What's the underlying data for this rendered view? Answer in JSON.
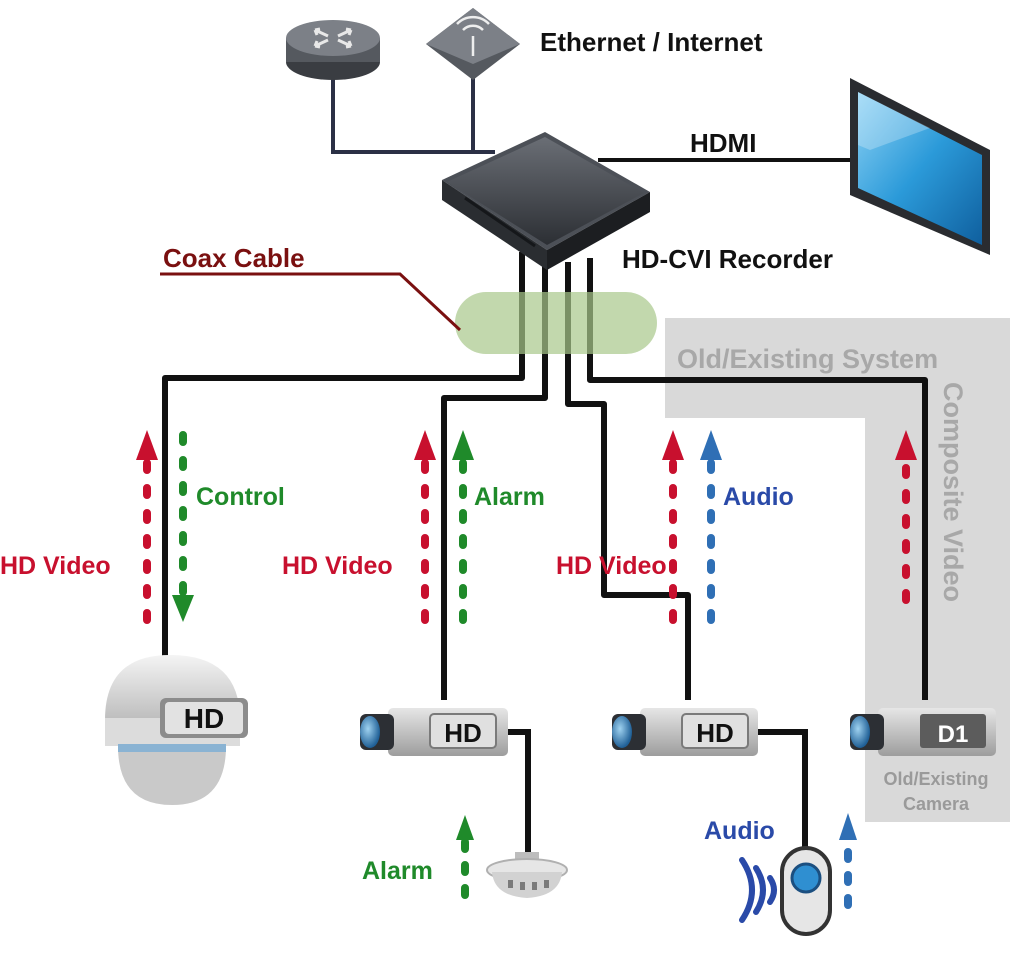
{
  "labels": {
    "network": "Ethernet / Internet",
    "hdmi": "HDMI",
    "recorder": "HD-CVI Recorder",
    "coax": "Coax Cable",
    "old_system": "Old/Existing System",
    "composite": "Composite Video",
    "control": "Control",
    "hd_video_1": "HD Video",
    "hd_video_2": "HD Video",
    "hd_video_3": "HD Video",
    "alarm_top": "Alarm",
    "audio_top": "Audio",
    "alarm_bottom": "Alarm",
    "audio_bottom": "Audio",
    "old_camera_line1": "Old/Existing",
    "old_camera_line2": "Camera"
  },
  "badges": {
    "dome": "HD",
    "cam1": "HD",
    "cam2": "HD",
    "old_cam": "D1"
  },
  "colors": {
    "video_red": "#c8102e",
    "green": "#1f8a2a",
    "blue": "#2a4aa8",
    "audio_arrow_blue": "#2f6fb5",
    "coax_label": "#7a1010",
    "cable": "#111111",
    "old_system_box": "#d9d9d9"
  },
  "icons": [
    "router-icon",
    "access-point-icon",
    "recorder-icon",
    "monitor-icon",
    "dome-camera-icon",
    "bullet-camera-icon",
    "smoke-detector-icon",
    "microphone-icon"
  ]
}
